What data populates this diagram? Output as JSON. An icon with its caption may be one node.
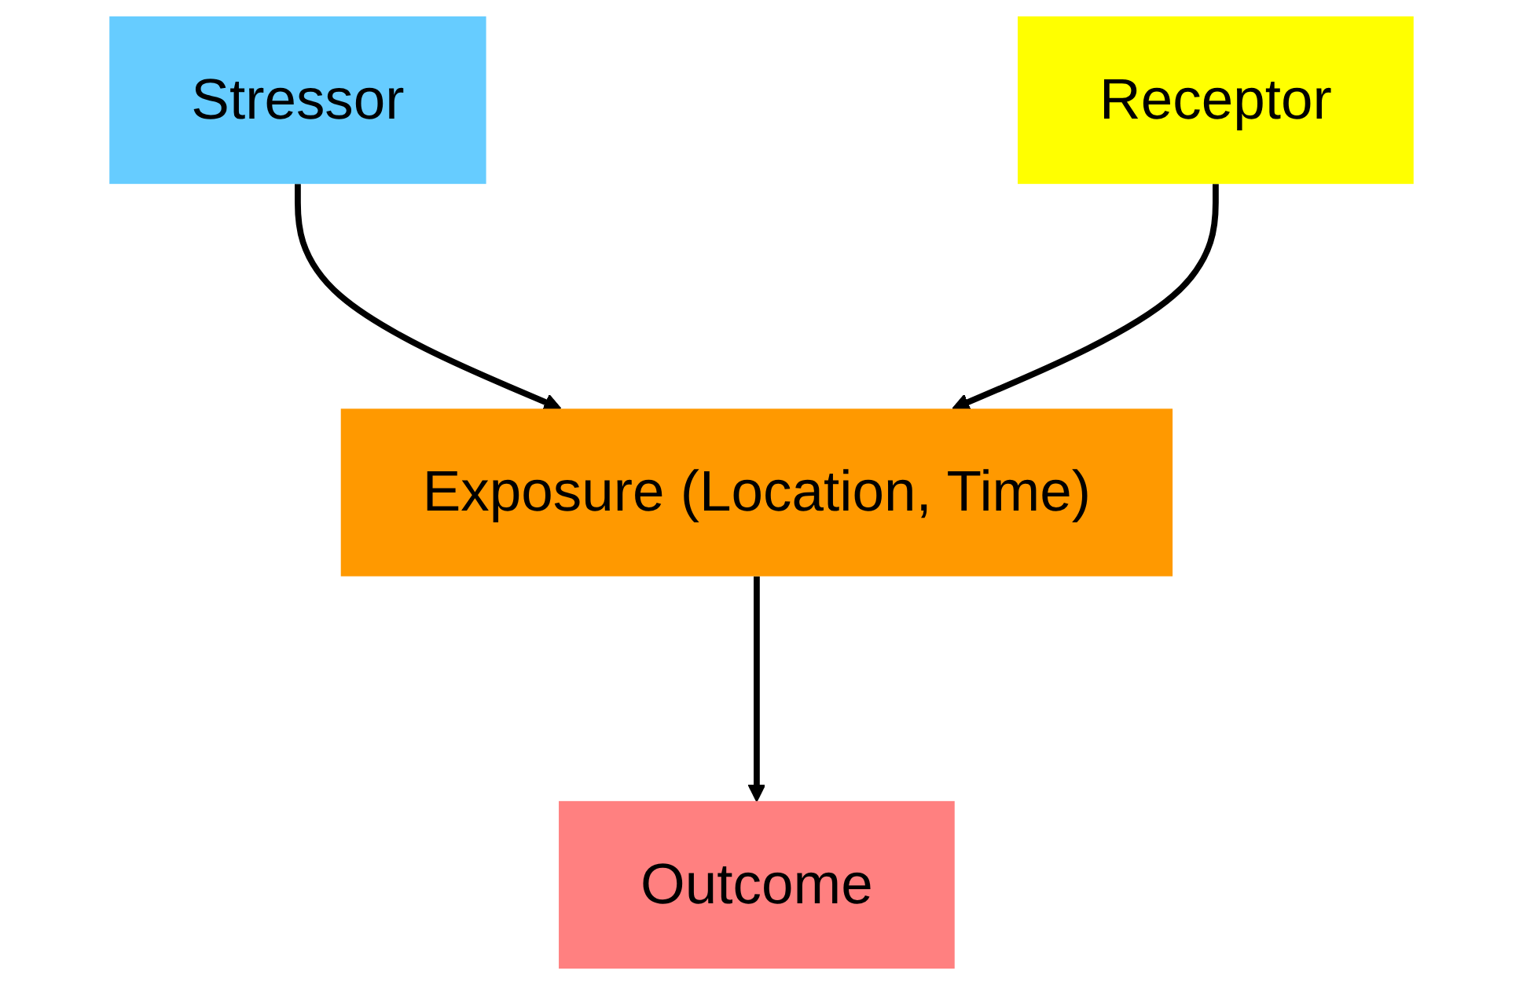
{
  "diagram": {
    "nodes": [
      {
        "text": [
          "Stressor"
        ]
      },
      {
        "text": [
          "Receptor"
        ]
      },
      {
        "text": [
          "Exposure (Location, Time)"
        ]
      },
      {
        "text": [
          "Outcome"
        ]
      }
    ],
    "edges": [
      {
        "from": 0,
        "to": 2,
        "arrow": "to"
      },
      {
        "from": 1,
        "to": 2,
        "arrow": "to"
      },
      {
        "from": 2,
        "to": 3,
        "arrow": "to"
      }
    ]
  }
}
